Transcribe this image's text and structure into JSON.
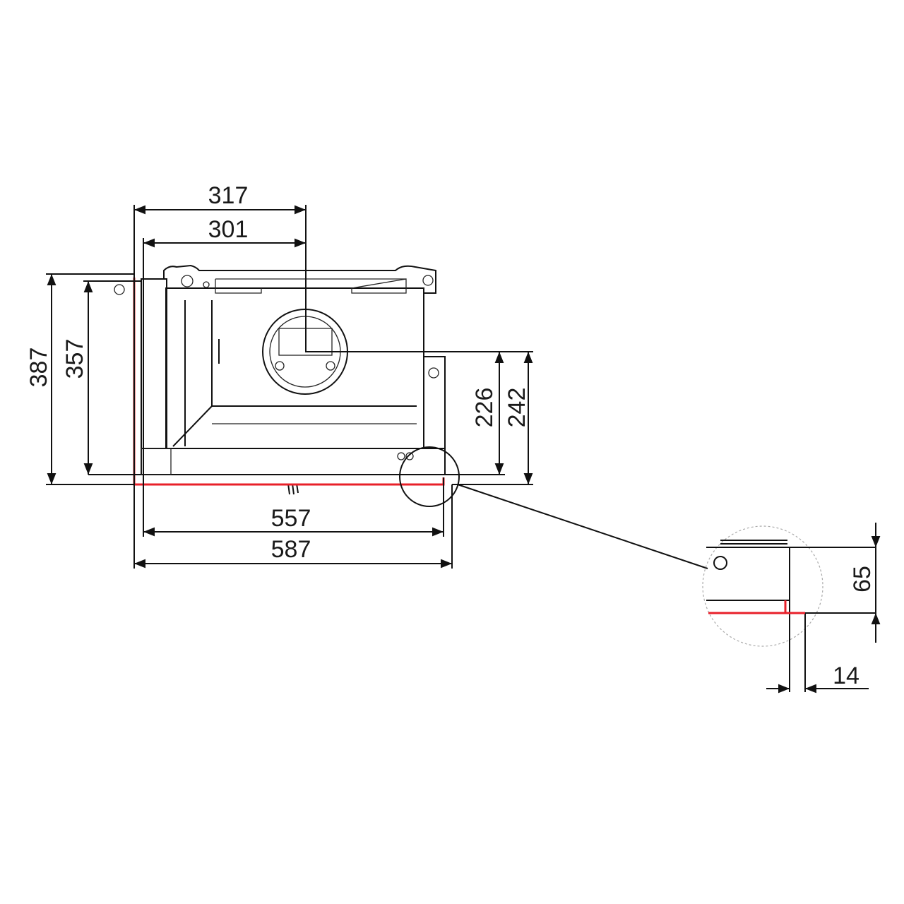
{
  "dimensions": {
    "d317": "317",
    "d301": "301",
    "d387": "387",
    "d357": "357",
    "d226": "226",
    "d242": "242",
    "d557": "557",
    "d587": "587",
    "d65": "65",
    "d14": "14"
  },
  "colors": {
    "line": "#111111",
    "highlight": "#e8202a",
    "background": "#ffffff"
  }
}
